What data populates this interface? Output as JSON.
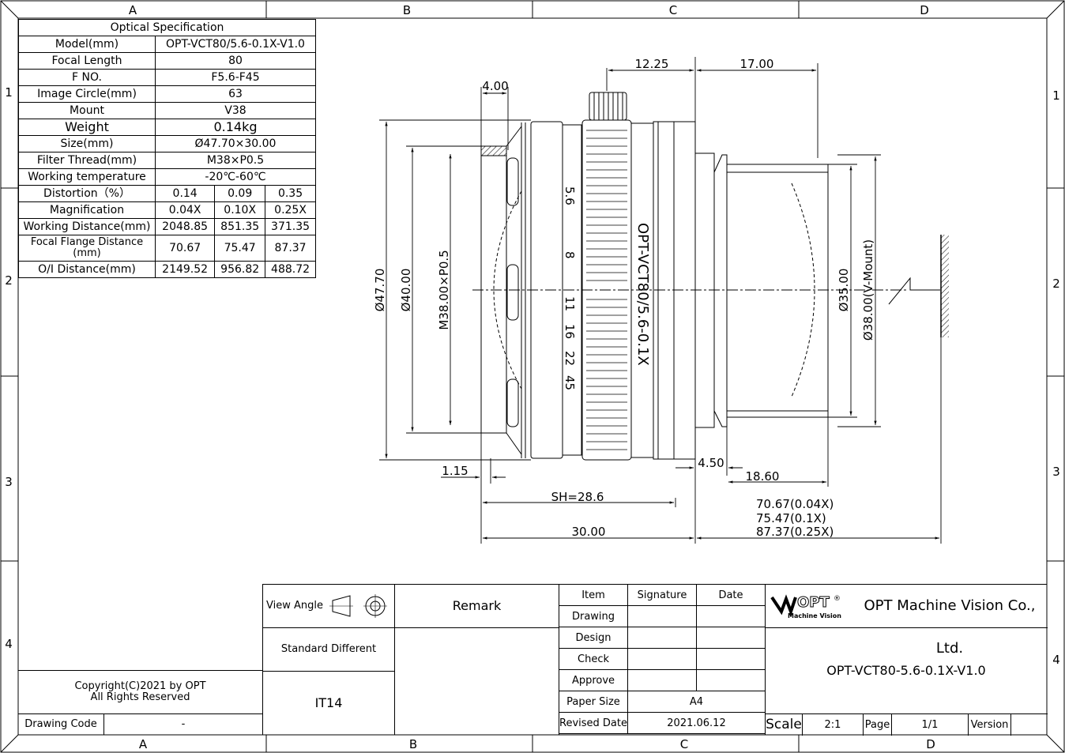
{
  "frame": {
    "cols_top": [
      "A",
      "B",
      "C",
      "D"
    ],
    "cols_bottom": [
      "A",
      "B",
      "C",
      "D"
    ],
    "rows_left": [
      "1",
      "2",
      "3",
      "4"
    ],
    "rows_right": [
      "1",
      "2",
      "3",
      "4"
    ]
  },
  "spec": {
    "title": "Optical Specification",
    "rows": [
      {
        "label": "Model(mm)",
        "value": "OPT-VCT80/5.6-0.1X-V1.0"
      },
      {
        "label": "Focal Length",
        "value": "80"
      },
      {
        "label": "F NO.",
        "value": "F5.6-F45"
      },
      {
        "label": "Image Circle(mm)",
        "value": "63"
      },
      {
        "label": "Mount",
        "value": "V38"
      },
      {
        "label": "Weight",
        "value": "0.14kg"
      },
      {
        "label": "Size(mm)",
        "value": "Ø47.70×30.00"
      },
      {
        "label": "Filter Thread(mm)",
        "value": "M38×P0.5"
      },
      {
        "label": "Working temperature",
        "value": "-20℃-60℃"
      }
    ],
    "multi": [
      {
        "label": "Distortion（%）",
        "values": [
          "0.14",
          "0.09",
          "0.35"
        ]
      },
      {
        "label": "Magnification",
        "values": [
          "0.04X",
          "0.10X",
          "0.25X"
        ]
      },
      {
        "label": "Working Distance(mm)",
        "values": [
          "2048.85",
          "851.35",
          "371.35"
        ]
      },
      {
        "label": "Focal Flange Distance (mm)",
        "values": [
          "70.67",
          "75.47",
          "87.37"
        ]
      },
      {
        "label": "O/I Distance(mm)",
        "values": [
          "2149.52",
          "956.82",
          "488.72"
        ]
      }
    ]
  },
  "dims": {
    "d1225": "12.25",
    "d1700": "17.00",
    "d400": "4.00",
    "d4770": "Ø47.70",
    "d4000": "Ø40.00",
    "m38": "M38.00×P0.5",
    "d3500": "Ø35.00",
    "d3800": "Ø38.00(V-Mount)",
    "d115": "1.15",
    "d450": "4.50",
    "d1860": "18.60",
    "sh": "SH=28.6",
    "d3000": "30.00",
    "ff1": "70.67(0.04X)",
    "ff2": "75.47(0.1X)",
    "ff3": "87.37(0.25X)"
  },
  "lens": {
    "barrel_text": "OPT-VCT80/5.6-0.1X",
    "fstops": [
      "5.6",
      "8",
      "11",
      "16",
      "22",
      "45"
    ]
  },
  "titleblock": {
    "view_angle": "View Angle",
    "remark": "Remark",
    "standard": "Standard Different",
    "it": "IT14",
    "copyright1": "Copyright(C)2021 by OPT",
    "copyright2": "All Rights Reserved",
    "drawing_code": "Drawing Code",
    "drawing_code_val": "-",
    "item": "Item",
    "signature": "Signature",
    "date": "Date",
    "drawing": "Drawing",
    "design": "Design",
    "check": "Check",
    "approve": "Approve",
    "paper_size": "Paper Size",
    "paper_size_val": "A4",
    "revised_date": "Revised Date",
    "revised_date_val": "2021.06.12",
    "company": "OPT Machine Vision Co., Ltd.",
    "logo_text": "OPT",
    "logo_sub": "Machine Vision",
    "part_no": "OPT-VCT80-5.6-0.1X-V1.0",
    "scale": "Scale",
    "scale_val": "2:1",
    "page": "Page",
    "page_val": "1/1",
    "version": "Version",
    "version_val": ""
  }
}
